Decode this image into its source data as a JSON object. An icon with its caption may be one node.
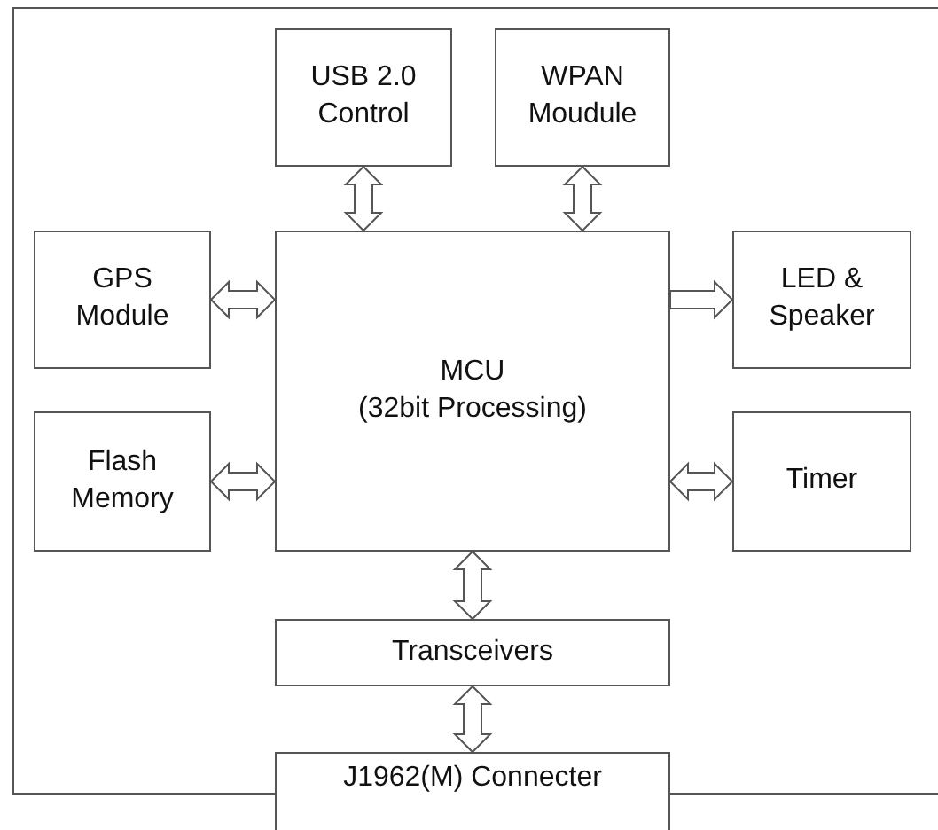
{
  "diagram": {
    "nodes": [
      {
        "text": [],
        "shape": "box"
      },
      {
        "text": [
          "USB 2.0 Control"
        ],
        "in": 0
      },
      {
        "text": [
          "WPAN Moudule"
        ],
        "in": 0
      },
      {
        "text": [
          "GPS Module"
        ],
        "in": 0
      },
      {
        "text": [
          "MCU",
          "(32bit Processing)"
        ],
        "in": 0
      },
      {
        "text": [
          "LED & Speaker"
        ],
        "in": 0
      },
      {
        "text": [
          "Flash Memory"
        ],
        "in": 0
      },
      {
        "text": [
          "Timer"
        ],
        "in": 0
      },
      {
        "text": [
          "Transceivers"
        ],
        "in": 0
      },
      {
        "text": [
          "J1962(M) Connecter"
        ]
      }
    ],
    "edges": [
      {
        "from": 1,
        "to": 4,
        "arrow": "both"
      },
      {
        "from": 2,
        "to": 4,
        "arrow": "both"
      },
      {
        "from": 3,
        "to": 4,
        "arrow": "both"
      },
      {
        "from": 4,
        "to": 5,
        "arrow": "to"
      },
      {
        "from": 6,
        "to": 4,
        "arrow": "both"
      },
      {
        "from": 4,
        "to": 7,
        "arrow": "both"
      },
      {
        "from": 4,
        "to": 8,
        "arrow": "both"
      },
      {
        "from": 8,
        "to": 9,
        "arrow": "both"
      }
    ]
  }
}
